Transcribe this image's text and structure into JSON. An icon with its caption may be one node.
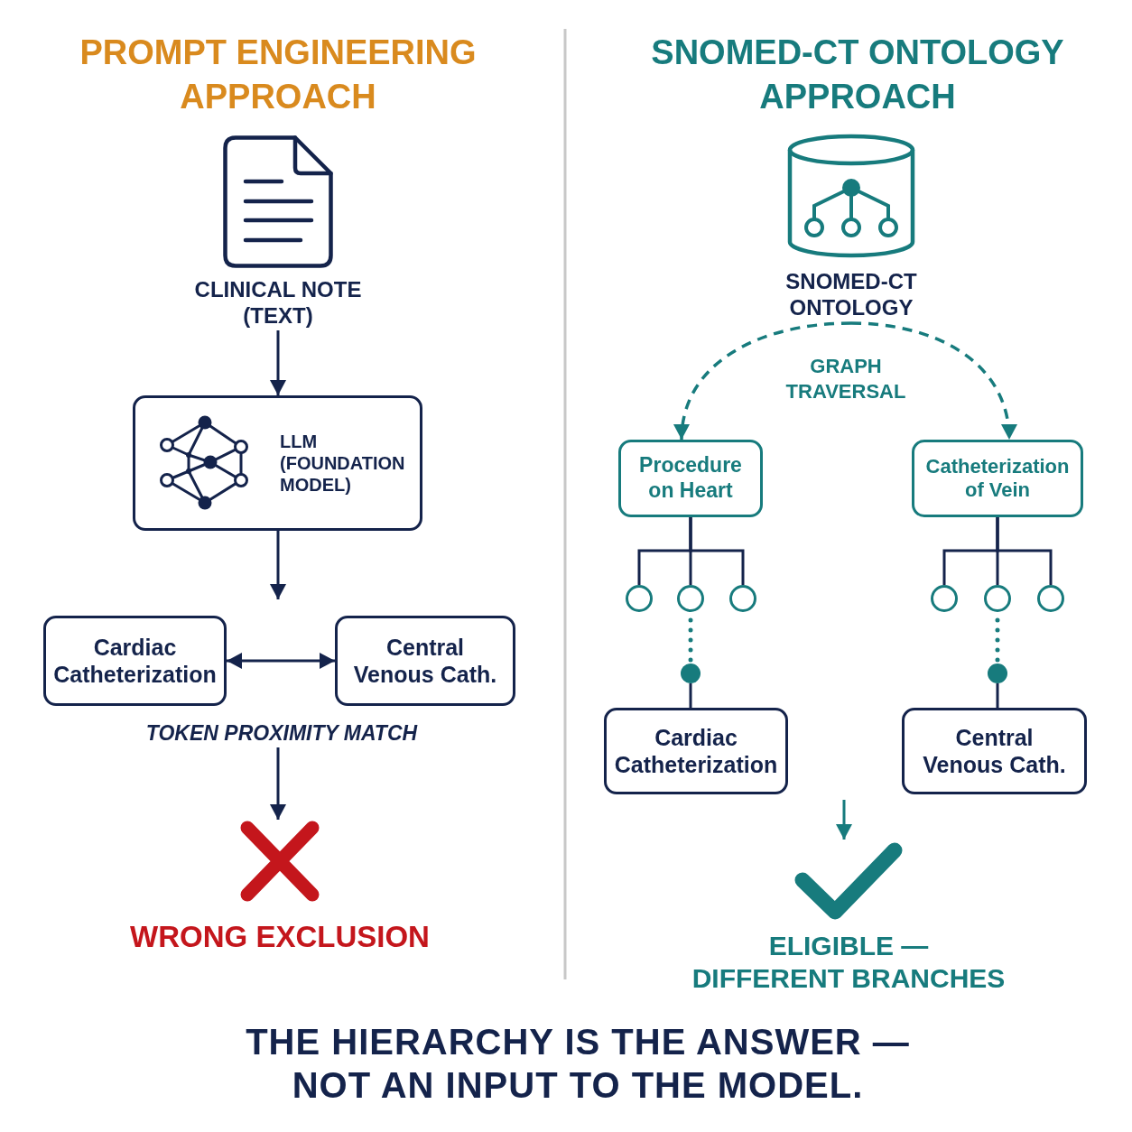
{
  "diagram": {
    "caption": "THE HIERARCHY IS THE ANSWER — NOT AN INPUT TO THE MODEL.",
    "nodes": [
      {
        "text": [
          "CLINICAL NOTE (TEXT)"
        ]
      },
      {
        "text": [
          "LLM (FOUNDATION MODEL)"
        ]
      },
      {
        "text": [
          "Cardiac Catheterization"
        ]
      },
      {
        "text": [
          "Central Venous Cath."
        ]
      },
      {
        "text": [
          "TOKEN PROXIMITY MATCH"
        ]
      },
      {
        "text": [
          "WRONG EXCLUSION"
        ]
      },
      {
        "text": [
          "SNOMED-CT ONTOLOGY"
        ]
      },
      {
        "text": [
          "Procedure on Heart"
        ]
      },
      {
        "text": [
          "Catheterization of Vein"
        ]
      },
      {
        "text": [],
        "shape": "circle"
      },
      {
        "text": [],
        "shape": "circle"
      },
      {
        "text": [],
        "shape": "circle"
      },
      {
        "text": [],
        "shape": "circle"
      },
      {
        "text": [],
        "shape": "circle"
      },
      {
        "text": [],
        "shape": "circle"
      },
      {
        "text": [],
        "shape": "dot"
      },
      {
        "text": [],
        "shape": "dot"
      },
      {
        "text": [
          "Cardiac Catheterization"
        ]
      },
      {
        "text": [
          "Central Venous Cath."
        ]
      },
      {
        "text": [
          "ELIGIBLE — DIFFERENT BRANCHES"
        ]
      }
    ],
    "edges": [
      {
        "from": 0,
        "to": 1,
        "arrow": "to"
      },
      {
        "from": 1,
        "to": null,
        "arrow": "to"
      },
      {
        "from": 2,
        "to": 3,
        "arrow": "both"
      },
      {
        "from": 4,
        "to": 5,
        "arrow": "to"
      },
      {
        "from": 6,
        "to": 7,
        "arrow": "to",
        "style": "dashed",
        "color": "#177b7d"
      },
      {
        "from": 6,
        "to": 8,
        "arrow": "to",
        "style": "dashed",
        "color": "#177b7d"
      },
      {
        "from": 7,
        "to": 9,
        "arrow": "none"
      },
      {
        "from": 7,
        "to": 10,
        "arrow": "none"
      },
      {
        "from": 7,
        "to": 11,
        "arrow": "none"
      },
      {
        "from": 8,
        "to": 12,
        "arrow": "none"
      },
      {
        "from": 8,
        "to": 13,
        "arrow": "none"
      },
      {
        "from": 8,
        "to": 14,
        "arrow": "none"
      },
      {
        "from": 10,
        "to": 15,
        "arrow": "none",
        "style": "dashed",
        "color": "#177b7d"
      },
      {
        "from": 13,
        "to": 16,
        "arrow": "none",
        "style": "dashed",
        "color": "#177b7d"
      },
      {
        "from": 15,
        "to": 17,
        "arrow": "none"
      },
      {
        "from": 16,
        "to": 18,
        "arrow": "none"
      },
      {
        "from": null,
        "to": 19,
        "arrow": "to",
        "color": "#177b7d"
      }
    ],
    "labels": [
      "PROMPT ENGINEERING APPROACH",
      "SNOMED-CT ONTOLOGY APPROACH",
      "GRAPH TRAVERSAL"
    ]
  }
}
